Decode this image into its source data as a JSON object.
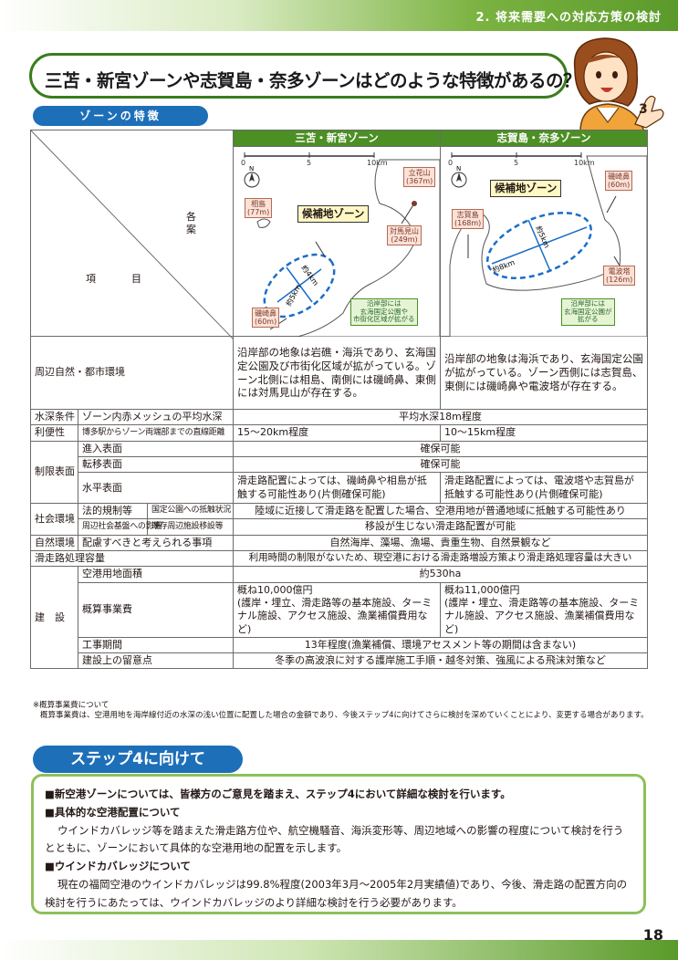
{
  "header": {
    "title": "2. 将来需要への対応方策の検討"
  },
  "question": "三苫・新宮ゾーンや志賀島・奈多ゾーンはどのような特徴があるの？",
  "zone_heading": "ゾーンの特徴",
  "table": {
    "corner": {
      "top_label": "各　案",
      "bottom_label": "項　目"
    },
    "zones": [
      "三苫・新宮ゾーン",
      "志賀島・奈多ゾーン"
    ],
    "map1": {
      "scale": [
        "0",
        "5",
        "10km"
      ],
      "labels": {
        "aikoshima": "相島\n(77m)",
        "tachibana": "立花山\n(367m)",
        "tsushimi": "対馬見山\n(249m)",
        "isozaki": "磯崎鼻\n(60m)"
      },
      "candidate": "候補地ゾーン",
      "dim1": "約4km",
      "dim2": "約5km",
      "note": "沿岸部には\n玄海国定公園や\n市街化区域が拡がる"
    },
    "map2": {
      "scale": [
        "0",
        "5",
        "10km"
      ],
      "labels": {
        "isozaki": "磯崎鼻\n(60m)",
        "shikanoshima": "志賀島\n(168m)",
        "dempato": "電波塔\n(126m)"
      },
      "candidate": "候補地ゾーン",
      "dim1": "約5km",
      "dim2": "約8km",
      "note": "沿岸部には\n玄海国定公園が\n拡がる"
    },
    "rows": {
      "env": {
        "label": "周辺自然・都市環境",
        "z1": "沿岸部の地象は岩礁・海浜であり、玄海国定公園及び市街化区域が拡がっている。ゾーン北側には相島、南側には磯崎鼻、東側には対馬見山が存在する。",
        "z2": "沿岸部の地象は海浜であり、玄海国定公園が拡がっている。ゾーン西側には志賀島、東側には磯崎鼻や電波塔が存在する。"
      },
      "depth": {
        "cat": "水深条件",
        "label": "ゾーン内赤メッシュの平均水深",
        "value": "平均水深18m程度"
      },
      "conv": {
        "cat": "利便性",
        "label": "博多駅からゾーン両端部までの直線距離",
        "z1": "15〜20km程度",
        "z2": "10〜15km程度"
      },
      "limit": {
        "cat": "制限表面",
        "approach": "進入表面",
        "approach_v": "確保可能",
        "transition": "転移表面",
        "transition_v": "確保可能",
        "horizontal": "水平表面",
        "z1": "滑走路配置によっては、磯崎鼻や相島が抵触する可能性あり(片側確保可能)",
        "z2": "滑走路配置によっては、電波塔や志賀島が抵触する可能性あり(片側確保可能)"
      },
      "social": {
        "cat": "社会環境",
        "legal": "法的規制等",
        "legal_sub": "国定公園への抵触状況",
        "legal_v": "陸域に近接して滑走路を配置した場合、空港用地が普通地域に抵触する可能性あり",
        "impact": "周辺社会基盤への影響",
        "impact_sub": "既存周辺施設移設等",
        "impact_v": "移設が生じない滑走路配置が可能"
      },
      "nature": {
        "cat": "自然環境",
        "label": "配慮すべきと考えられる事項",
        "value": "自然海岸、藻場、漁場、貴重生物、自然景観など"
      },
      "capacity": {
        "label": "滑走路処理容量",
        "value": "利用時間の制限がないため、現空港における滑走路増設方策より滑走路処理容量は大きい"
      },
      "build": {
        "cat": "建　設",
        "area": "空港用地面積",
        "area_v": "約530ha",
        "cost": "概算事業費",
        "cost_z1": "概ね10,000億円\n(護岸・埋立、滑走路等の基本施設、ターミナル施設、アクセス施設、漁業補償費用など)",
        "cost_z2": "概ね11,000億円\n(護岸・埋立、滑走路等の基本施設、ターミナル施設、アクセス施設、漁業補償費用など)",
        "period": "工事期間",
        "period_v": "13年程度(漁業補償、環境アセスメント等の期間は含まない)",
        "notes": "建設上の留意点",
        "notes_v": "冬季の高波浪に対する護岸施工手順・越冬対策、強風による飛沫対策など"
      }
    }
  },
  "footnote": {
    "title": "※概算事業費について",
    "text": "概算事業費は、空港用地を海岸線付近の水深の浅い位置に配置した場合の金額であり、今後ステップ4に向けてさらに検討を深めていくことにより、変更する場合があります。"
  },
  "step": {
    "heading": "ステップ4に向けて",
    "line1": "■新空港ゾーンについては、皆様方のご意見を踏まえ、ステップ4において詳細な検討を行います。",
    "line2": "■具体的な空港配置について",
    "line3": "ウインドカバレッジ等を踏まえた滑走路方位や、航空機騒音、海浜変形等、周辺地域への影響の程度について検討を行うとともに、ゾーンにおいて具体的な空港用地の配置を示します。",
    "line4": "■ウインドカバレッジについて",
    "line5": "現在の福岡空港のウインドカバレッジは99.8%程度(2003年3月〜2005年2月実績値)であり、今後、滑走路の配置方向の検討を行うにあたっては、ウインドカバレッジのより詳細な検討を行う必要があります。"
  },
  "page_number": "18",
  "colors": {
    "green": "#4c8f24",
    "blue": "#1d6fb8",
    "sea": "#ffffff",
    "candidate": "#1a6ec8"
  }
}
